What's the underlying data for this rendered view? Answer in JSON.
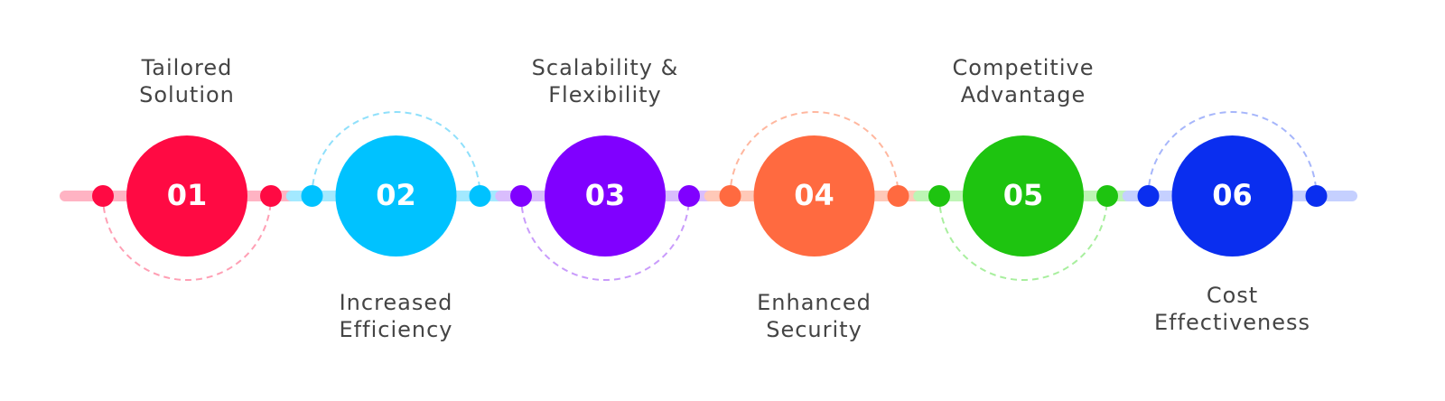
{
  "steps": [
    {
      "number": "01",
      "label_lines": [
        "Tailored",
        "Solution"
      ],
      "label_position": "top",
      "arc": "bottom",
      "color": "#ff0a43",
      "light": "#ffb3c3",
      "arc_color": "#ff9fb4"
    },
    {
      "number": "02",
      "label_lines": [
        "Increased",
        "Efficiency"
      ],
      "label_position": "bottom",
      "arc": "top",
      "color": "#00c2ff",
      "light": "#a3e9ff",
      "arc_color": "#8fe0fb"
    },
    {
      "number": "03",
      "label_lines": [
        "Scalability &",
        "Flexibility"
      ],
      "label_position": "top",
      "arc": "bottom",
      "color": "#8000ff",
      "light": "#d9bdfd",
      "arc_color": "#c99bfb"
    },
    {
      "number": "04",
      "label_lines": [
        "Enhanced",
        "Security"
      ],
      "label_position": "bottom",
      "arc": "top",
      "color": "#ff6a40",
      "light": "#ffc9b8",
      "arc_color": "#ffb79f"
    },
    {
      "number": "05",
      "label_lines": [
        "Competitive",
        "Advantage"
      ],
      "label_position": "top",
      "arc": "bottom",
      "color": "#1ec410",
      "light": "#bdf5b5",
      "arc_color": "#a8ef9e"
    },
    {
      "number": "06",
      "label_lines": [
        "Cost",
        "Effectiveness"
      ],
      "label_position": "bottom",
      "arc": "top",
      "color": "#0a2eef",
      "light": "#c5d0ff",
      "arc_color": "#a6b6fb"
    }
  ]
}
